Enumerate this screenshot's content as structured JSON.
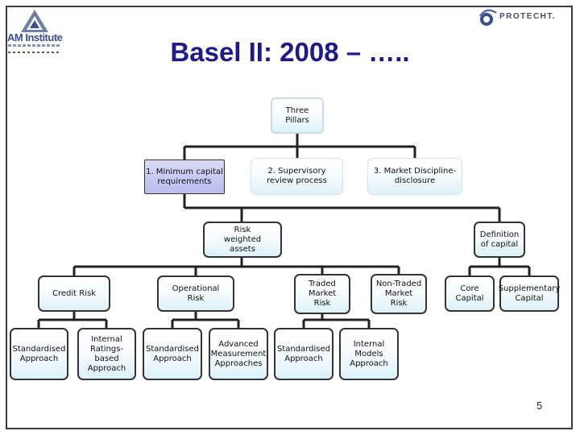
{
  "header": {
    "title": "Basel II:  2008 – …..",
    "left_logo_text": "AM Institute",
    "right_logo_text": "PROTECHT."
  },
  "diagram": {
    "root": "Three Pillars",
    "pillars": [
      "1. Minimum capital requirements",
      "2. Supervisory review process",
      "3. Market Discipline-disclosure"
    ],
    "level2": [
      "Risk weighted assets",
      "Definition of capital"
    ],
    "level3": [
      "Credit Risk",
      "Operational Risk",
      "Traded Market Risk",
      "Non-Traded Market Risk",
      "Core Capital",
      "Supplementary Capital"
    ],
    "level4": [
      "Standardised Approach",
      "Internal Ratings-based Approach",
      "Standardised Approach",
      "Advanced Measurement Approaches",
      "Standardised Approach",
      "Internal Models Approach"
    ]
  },
  "footer": {
    "page_number": "5"
  },
  "colors": {
    "title": "#1f1a8c",
    "selected_node": "#b9bcec",
    "node_fill": "#dcf1f8",
    "connector": "#222222"
  }
}
